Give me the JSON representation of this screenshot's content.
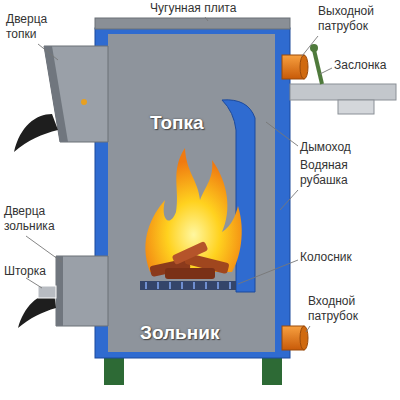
{
  "diagram": {
    "labels": [
      "Чугунная плита",
      "Выходной патрубок",
      "Дверца топки",
      "Заслонка",
      "Топка",
      "Дымоход",
      "Водяная рубашка",
      "Дверца зольника",
      "Колосник",
      "Шторка",
      "Входной патрубок",
      "Зольник"
    ]
  }
}
